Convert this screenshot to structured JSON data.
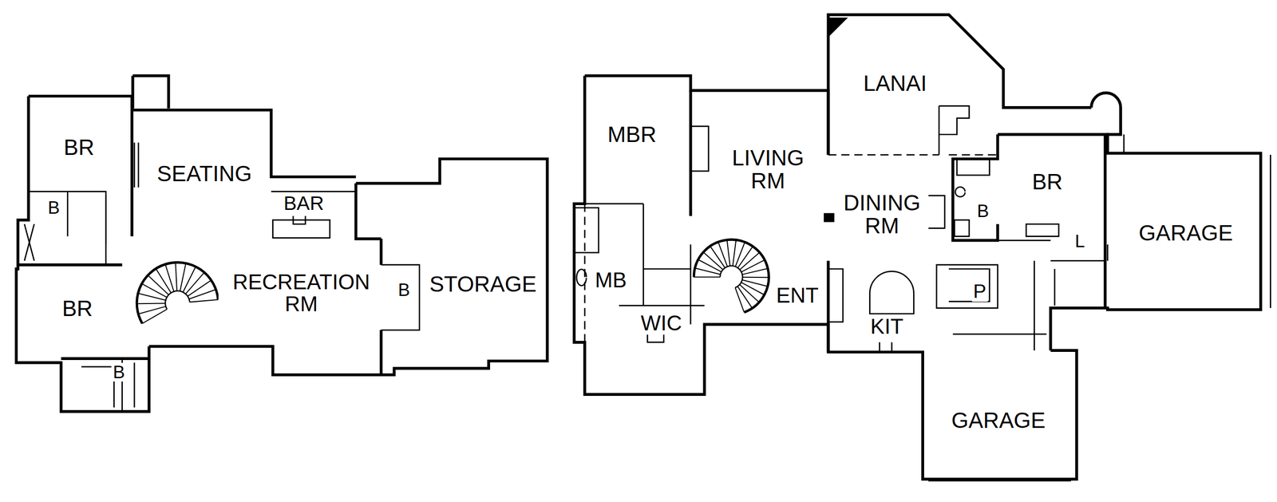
{
  "diagram": {
    "labels": [
      "BR",
      "SEATING",
      "BAR",
      "B",
      "RECREATION RM",
      "B",
      "STORAGE",
      "BR",
      "B",
      "MBR",
      "LANAI",
      "LIVING RM",
      "DINING RM",
      "BR",
      "B",
      "GARAGE",
      "L",
      "P",
      "MB",
      "ENT",
      "WIC",
      "KIT",
      "GARAGE"
    ]
  }
}
